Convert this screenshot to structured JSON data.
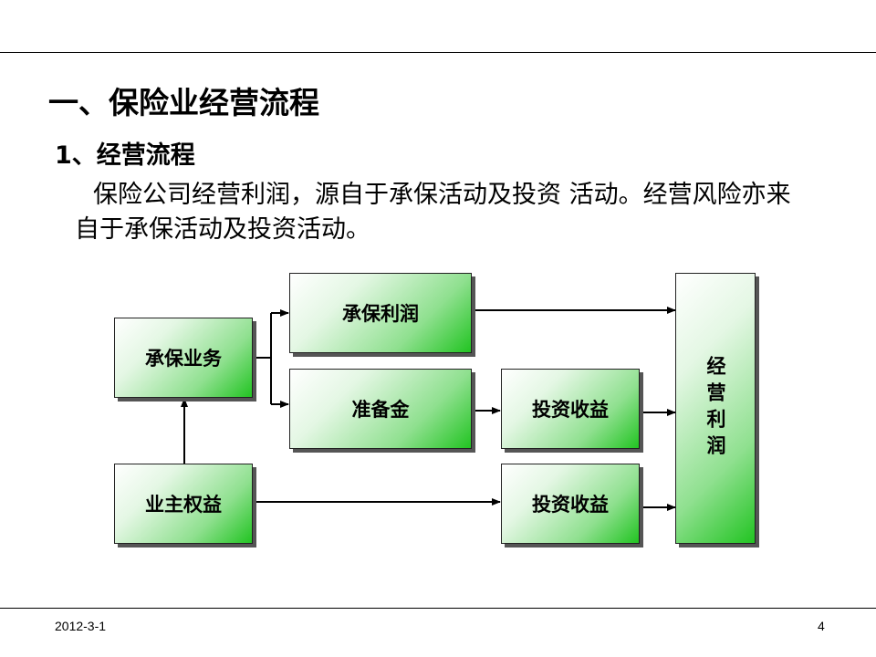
{
  "slide": {
    "title": "一、保险业经营流程",
    "subtitle": "1、经营流程",
    "body": "保险公司经营利润，源自于承保活动及投资 活动。经营风险亦来自于承保活动及投资活动。"
  },
  "diagram": {
    "underwriting_business": "承保业务",
    "owner_equity": "业主权益",
    "underwriting_profit": "承保利润",
    "reserve": "准备金",
    "investment_income_1": "投资收益",
    "investment_income_2": "投资收益",
    "operating_profit": "经营利润"
  },
  "footer": {
    "date": "2012-3-1",
    "page": "4"
  },
  "colors": {
    "box_green": "#22c422"
  }
}
